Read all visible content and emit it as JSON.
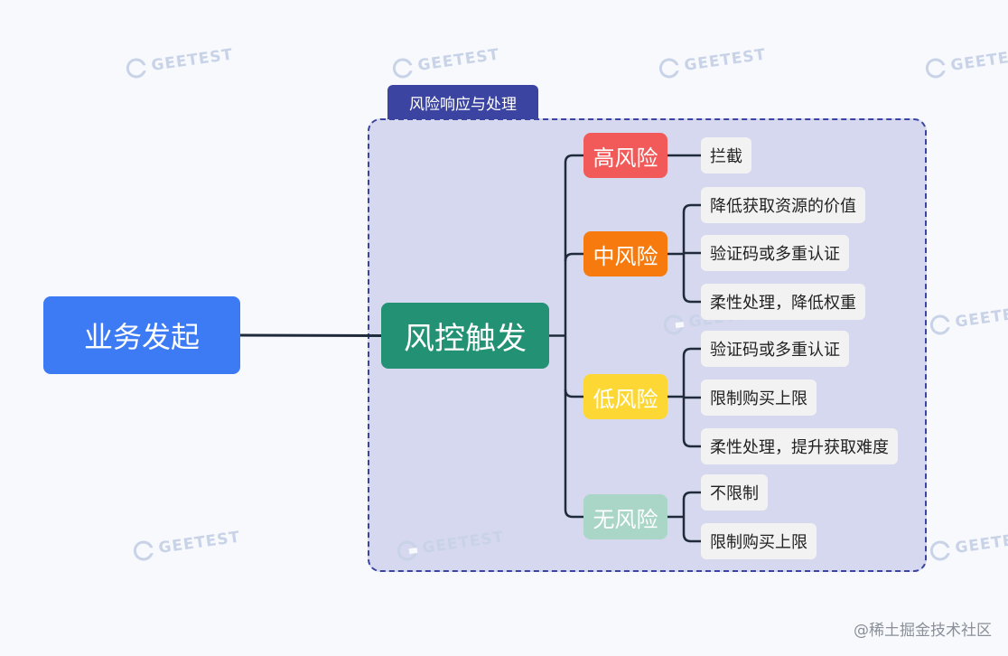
{
  "watermark_text": "GEETEST",
  "group": {
    "title": "风险响应与处理"
  },
  "root": {
    "label": "业务发起"
  },
  "trigger": {
    "label": "风控触发"
  },
  "risks": [
    {
      "label": "高风险",
      "color": "#f25a5a",
      "actions": [
        "拦截"
      ]
    },
    {
      "label": "中风险",
      "color": "#f77a0e",
      "actions": [
        "降低获取资源的价值",
        "验证码或多重认证",
        "柔性处理，降低权重"
      ]
    },
    {
      "label": "低风险",
      "color": "#fdd835",
      "actions": [
        "验证码或多重认证",
        "限制购买上限",
        "柔性处理，提升获取难度"
      ]
    },
    {
      "label": "无风险",
      "color": "#a9d6c6",
      "actions": [
        "不限制",
        "限制购买上限"
      ]
    }
  ],
  "footer": "@稀土掘金技术社区",
  "colors": {
    "line": "#1f2a3a",
    "group_border": "#3b44a0",
    "group_fill": "#d5d8ee"
  }
}
